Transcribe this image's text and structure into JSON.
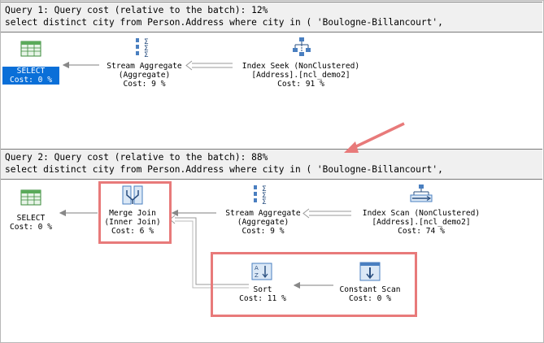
{
  "query1": {
    "header": "Query 1: Query cost (relative to the batch): 12%",
    "sql": "select distinct city from Person.Address where city in ( 'Boulogne-Billancourt',",
    "nodes": {
      "select": {
        "line1": "SELECT",
        "cost": "Cost: 0 %"
      },
      "stream": {
        "line1": "Stream Aggregate",
        "line2": "(Aggregate)",
        "cost": "Cost: 9 %"
      },
      "seek": {
        "line1": "Index Seek (NonClustered)",
        "line2": "[Address].[ncl_demo2]",
        "cost": "Cost: 91 %"
      }
    }
  },
  "query2": {
    "header": "Query 2: Query cost (relative to the batch): 88%",
    "sql": "select distinct city from Person.Address where city in ( 'Boulogne-Billancourt',",
    "nodes": {
      "select": {
        "line1": "SELECT",
        "cost": "Cost: 0 %"
      },
      "merge": {
        "line1": "Merge Join",
        "line2": "(Inner Join)",
        "cost": "Cost: 6 %"
      },
      "stream": {
        "line1": "Stream Aggregate",
        "line2": "(Aggregate)",
        "cost": "Cost: 9 %"
      },
      "scan": {
        "line1": "Index Scan (NonClustered)",
        "line2": "[Address].[ncl_demo2]",
        "cost": "Cost: 74 %"
      },
      "sort": {
        "line1": "Sort",
        "cost": "Cost: 11 %"
      },
      "constant": {
        "line1": "Constant Scan",
        "cost": "Cost: 0 %"
      }
    }
  },
  "colors": {
    "highlight": "#e87a7a",
    "selection": "#0a6fd8",
    "header_bg": "#f0f0f0"
  },
  "icons": [
    "select-icon",
    "stream-aggregate-icon",
    "index-seek-icon",
    "merge-join-icon",
    "index-scan-icon",
    "sort-icon",
    "constant-scan-icon"
  ]
}
